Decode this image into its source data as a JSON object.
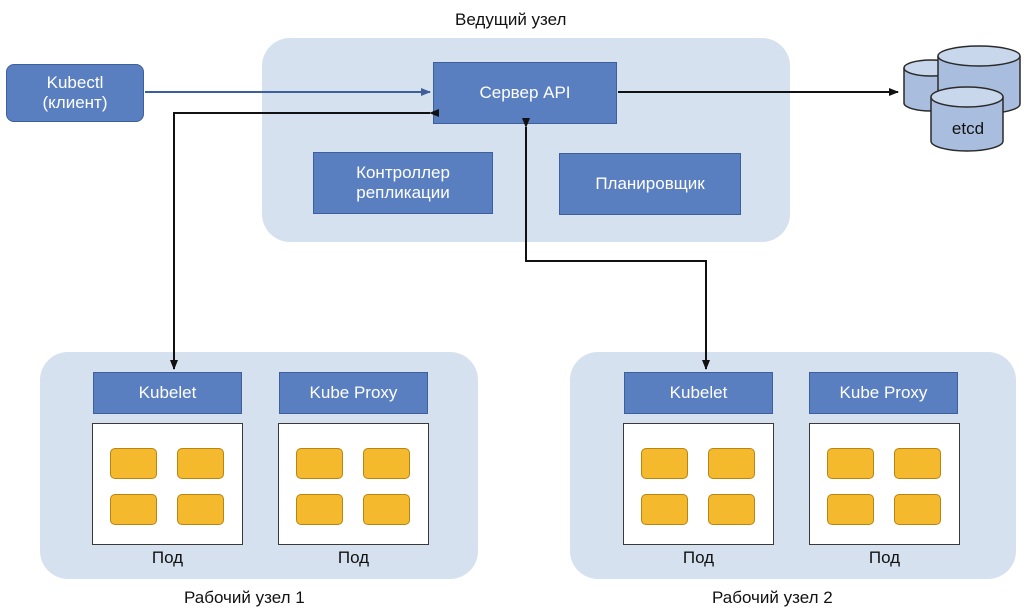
{
  "master": {
    "title": "Ведущий узел",
    "api_server": "Сервер API",
    "replication_controller": "Контроллер репликации",
    "scheduler": "Планировщик"
  },
  "client": {
    "label": "Kubectl (клиент)"
  },
  "storage": {
    "label": "etcd"
  },
  "worker1": {
    "title": "Рабочий узел 1",
    "kubelet": "Kubelet",
    "proxy": "Kube Proxy",
    "pod_labels": [
      "Под",
      "Под"
    ]
  },
  "worker2": {
    "title": "Рабочий узел 2",
    "kubelet": "Kubelet",
    "proxy": "Kube Proxy",
    "pod_labels": [
      "Под",
      "Под"
    ]
  },
  "colors": {
    "region_fill": "#d6e1ef",
    "component_fill": "#5a7fc1",
    "container_fill": "#f5b92e",
    "client_arrow": "#3d5f9c",
    "arrow": "#111111"
  }
}
